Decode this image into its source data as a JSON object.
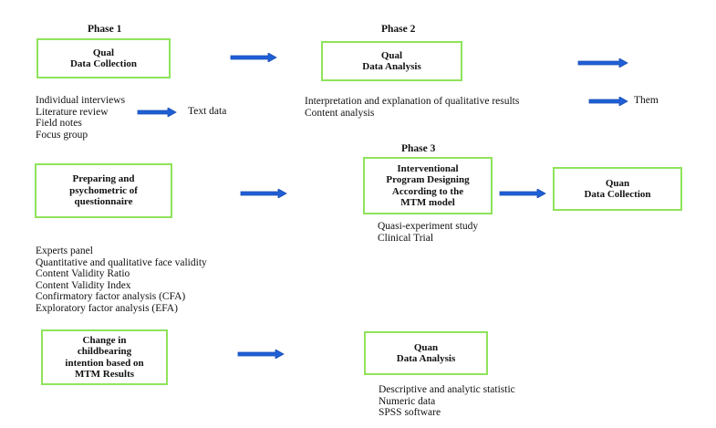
{
  "colors": {
    "box_border": "#8fe35b",
    "arrow_fill": "#1f5fd6",
    "arrow_stroke": "#1a4fb3"
  },
  "phases": [
    "Phase 1",
    "Phase 2",
    "Phase 3"
  ],
  "boxes": {
    "qual_collection": [
      "Qual",
      "Data Collection"
    ],
    "qual_analysis": [
      "Qual",
      "Data Analysis"
    ],
    "preparing": [
      "Preparing and",
      "psychometric of",
      "questionnaire"
    ],
    "intervention": [
      "Interventional",
      "Program Designing",
      "According to the",
      "MTM model"
    ],
    "quan_collection": [
      "Quan",
      "Data Collection"
    ],
    "change": [
      "Change in",
      "childbearing",
      "intention based on",
      "MTM Results"
    ],
    "quan_analysis": [
      "Quan",
      "Data Analysis"
    ]
  },
  "lists": {
    "qual_collection_methods": [
      "Individual interviews",
      "Literature review",
      "Field notes",
      "Focus group"
    ],
    "qual_analysis_methods": [
      "Interpretation and explanation of qualitative results",
      "Content analysis"
    ],
    "intervention_methods": [
      "Quasi-experiment study",
      "Clinical Trial"
    ],
    "psychometric_methods": [
      "Experts panel",
      "Quantitative and qualitative face validity",
      "Content Validity Ratio",
      "Content Validity Index",
      "Confirmatory factor analysis (CFA)",
      "Exploratory factor analysis (EFA)"
    ],
    "quan_analysis_methods": [
      "Descriptive and analytic statistic",
      "Numeric data",
      "SPSS software"
    ]
  },
  "labels": {
    "text_data": "Text data",
    "them": "Them"
  }
}
